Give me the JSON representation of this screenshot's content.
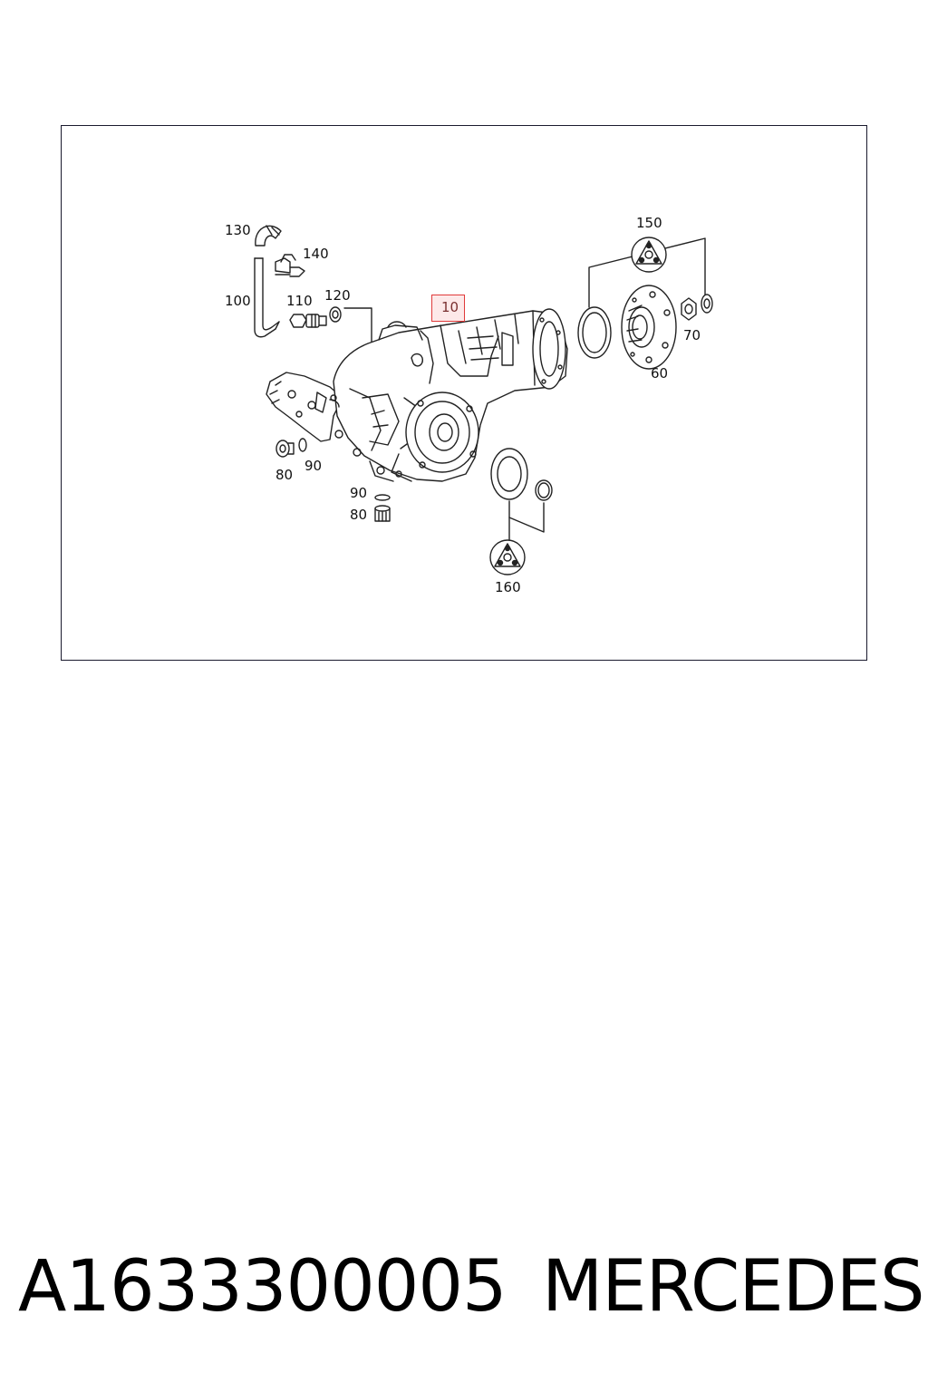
{
  "diagram": {
    "callouts": {
      "c10": "10",
      "c60": "60",
      "c70": "70",
      "c80a": "80",
      "c80b": "80",
      "c90a": "90",
      "c90b": "90",
      "c100": "100",
      "c110": "110",
      "c120": "120",
      "c130": "130",
      "c140": "140",
      "c150": "150",
      "c160": "160"
    },
    "highlight_color": "#e03a3a"
  },
  "caption": {
    "part_number": "A1633300005",
    "brand": "MERCEDES"
  }
}
